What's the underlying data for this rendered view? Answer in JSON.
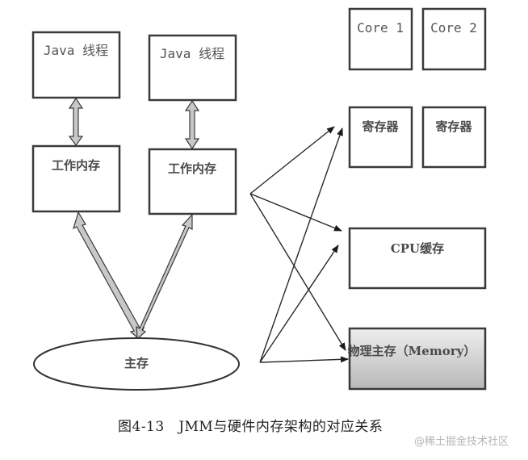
{
  "diagram": {
    "jmm_side": {
      "threads": [
        {
          "label": "Java 线程"
        },
        {
          "label": "Java 线程"
        }
      ],
      "working_memory": [
        {
          "label": "工作内存"
        },
        {
          "label": "工作内存"
        }
      ],
      "main_memory": {
        "label": "主存"
      }
    },
    "hardware_side": {
      "cores": [
        {
          "label": "Core 1"
        },
        {
          "label": "Core 2"
        }
      ],
      "registers": [
        {
          "label": "寄存器"
        },
        {
          "label": "寄存器"
        }
      ],
      "cpu_cache": {
        "label": "CPU缓存"
      },
      "physical_memory": {
        "label": "物理主存（Memory）"
      }
    },
    "mappings": [
      {
        "from": "工作内存",
        "to": "寄存器"
      },
      {
        "from": "工作内存",
        "to": "CPU缓存"
      },
      {
        "from": "工作内存",
        "to": "物理主存（Memory）"
      },
      {
        "from": "主存",
        "to": "寄存器"
      },
      {
        "from": "主存",
        "to": "CPU缓存"
      },
      {
        "from": "主存",
        "to": "物理主存（Memory）"
      }
    ],
    "colors": {
      "box_stroke": "#3a3a3a",
      "arrow_fill": "#c8c8c8",
      "memory_fill_top": "#eeeeee",
      "memory_fill_bottom": "#b8b8b8"
    }
  },
  "caption": "图4-13　JMM与硬件内存架构的对应关系",
  "watermark": "@稀土掘金技术社区"
}
